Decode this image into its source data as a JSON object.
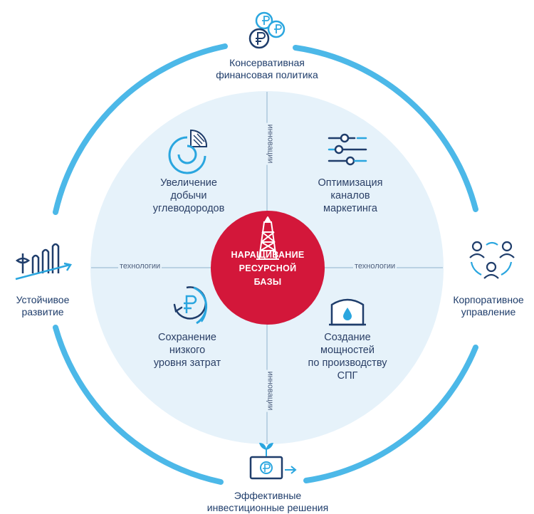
{
  "center": {
    "lines": [
      "НАРАЩИВАНИЕ",
      "РЕСУРСНОЙ",
      "БАЗЫ"
    ]
  },
  "quadrants": {
    "top_left": {
      "lines": [
        "Увеличение",
        "добычи",
        "углеводородов"
      ],
      "icon": "pie-chart-icon"
    },
    "top_right": {
      "lines": [
        "Оптимизация",
        "каналов",
        "маркетинга"
      ],
      "icon": "sliders-icon"
    },
    "bottom_left": {
      "lines": [
        "Сохранение",
        "низкого",
        "уровня затрат"
      ],
      "icon": "ruble-cycle-icon"
    },
    "bottom_right": {
      "lines": [
        "Создание",
        "мощностей",
        "по производству",
        "СПГ"
      ],
      "icon": "lng-tank-icon"
    }
  },
  "axes": {
    "top": "инновации",
    "bottom": "инновации",
    "left": "технологии",
    "right": "технологии"
  },
  "outer": {
    "top": {
      "lines": [
        "Консервативная",
        "финансовая политика"
      ],
      "icon": "ruble-coins-icon"
    },
    "right": {
      "lines": [
        "Корпоративное",
        "управление"
      ],
      "icon": "people-network-icon"
    },
    "bottom": {
      "lines": [
        "Эффективные",
        "инвестиционные решения"
      ],
      "icon": "ruble-sprout-icon"
    },
    "left": {
      "lines": [
        "Устойчивое",
        "развитие"
      ],
      "icon": "growth-bars-icon"
    }
  },
  "colors": {
    "ring": "#4cb8e8",
    "disc": "#e6f2fa",
    "center": "#d3173a",
    "text": "#1f3d6b",
    "icon_blue": "#2aa6df",
    "icon_navy": "#1f3d6b"
  }
}
